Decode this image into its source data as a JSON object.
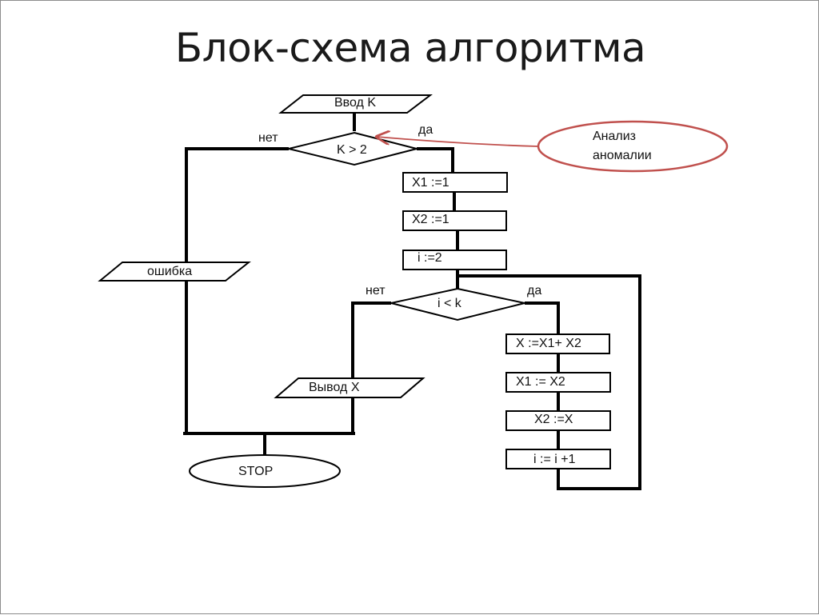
{
  "slide": {
    "title": "Блок-схема алгоритма"
  },
  "flowchart": {
    "input": "Ввод K",
    "decision1": "K > 2",
    "decision1_no": "нет",
    "decision1_yes": "да",
    "callout": [
      "Анализ",
      "аномалии"
    ],
    "assign_x1": "X1 :=1",
    "assign_x2": "X2 :=1",
    "assign_i": "i :=2",
    "error": "ошибка",
    "decision2": "i < k",
    "decision2_no": "нет",
    "decision2_yes": "да",
    "sum": "X :=X1+ X2",
    "shift_x1": "X1 := X2",
    "shift_x2": "X2 :=X",
    "increment": "i := i  +1",
    "output": "Вывод X",
    "stop": "STOP"
  },
  "colors": {
    "callout": "#c0504d",
    "line": "#000000"
  }
}
